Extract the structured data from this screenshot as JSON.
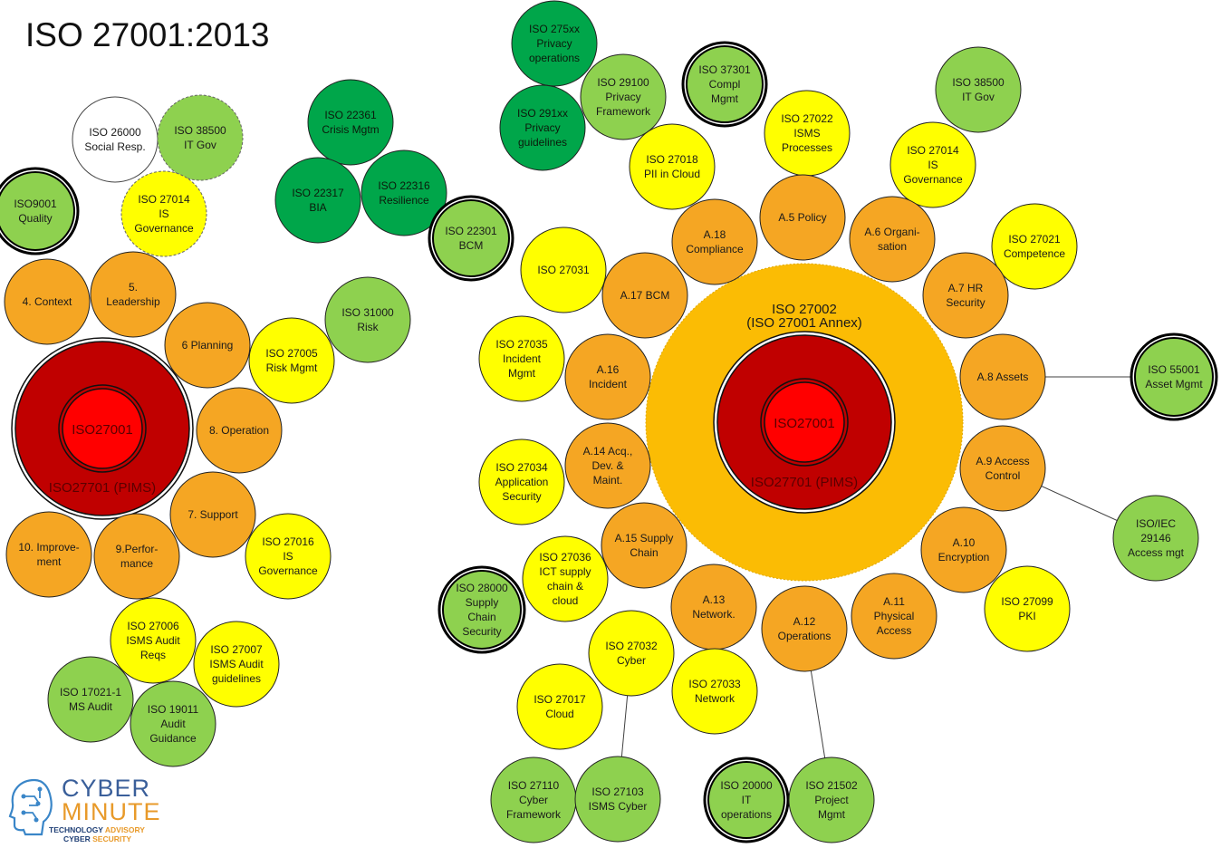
{
  "title": "ISO 27001:2013",
  "logo": {
    "word1": "CYBER",
    "word2": "MINUTE",
    "line1_a": "TECHNOLOGY ",
    "line1_b": "ADVISORY",
    "line2_a": "CYBER ",
    "line2_b": "SECURITY"
  },
  "colors": {
    "red_outer": "#c00000",
    "red_inner": "#ff0000",
    "orange": "#f5a623",
    "annex": "#fbbc04",
    "yellow": "#ffff00",
    "light_green": "#8ed14f",
    "dark_green": "#00a64a",
    "white": "#ffffff"
  },
  "left_core": {
    "inner": "ISO27001",
    "outer": "ISO27701 (PIMS)"
  },
  "right_core": {
    "annex": [
      "ISO 27002",
      "(ISO 27001 Annex)"
    ],
    "inner": "ISO27001",
    "outer": "ISO27701 (PIMS)"
  },
  "nodes": [
    {
      "id": "iso26000",
      "lines": [
        "ISO 26000",
        "Social Resp."
      ],
      "color": "white"
    },
    {
      "id": "iso38500-left",
      "lines": [
        "ISO 38500",
        "IT Gov"
      ],
      "color": "light_green",
      "dashed": true
    },
    {
      "id": "iso9001",
      "lines": [
        "ISO9001",
        "Quality"
      ],
      "color": "light_green",
      "ring": true
    },
    {
      "id": "iso27014-left",
      "lines": [
        "ISO 27014",
        "IS",
        "Governance"
      ],
      "color": "yellow",
      "dashed": true
    },
    {
      "id": "iso22361",
      "lines": [
        "ISO 22361",
        "Crisis Mgtm"
      ],
      "color": "dark_green"
    },
    {
      "id": "iso22317",
      "lines": [
        "ISO 22317",
        "BIA"
      ],
      "color": "dark_green"
    },
    {
      "id": "iso22316",
      "lines": [
        "ISO 22316",
        "Resilience"
      ],
      "color": "dark_green"
    },
    {
      "id": "iso22301",
      "lines": [
        "ISO 22301",
        "BCM"
      ],
      "color": "light_green",
      "ring": true
    },
    {
      "id": "iso31000",
      "lines": [
        "ISO 31000",
        "Risk"
      ],
      "color": "light_green"
    },
    {
      "id": "context",
      "lines": [
        "4. Context"
      ],
      "color": "orange"
    },
    {
      "id": "leadership",
      "lines": [
        "5.",
        "Leadership"
      ],
      "color": "orange"
    },
    {
      "id": "planning",
      "lines": [
        "6 Planning"
      ],
      "color": "orange"
    },
    {
      "id": "iso27005",
      "lines": [
        "ISO 27005",
        "Risk Mgmt"
      ],
      "color": "yellow"
    },
    {
      "id": "operation",
      "lines": [
        "8. Operation"
      ],
      "color": "orange"
    },
    {
      "id": "support",
      "lines": [
        "7. Support"
      ],
      "color": "orange"
    },
    {
      "id": "improvement",
      "lines": [
        "10. Improve-",
        "ment"
      ],
      "color": "orange"
    },
    {
      "id": "performance",
      "lines": [
        "9.Perfor-",
        "mance"
      ],
      "color": "orange"
    },
    {
      "id": "iso27016",
      "lines": [
        "ISO 27016",
        "IS",
        "Governance"
      ],
      "color": "yellow"
    },
    {
      "id": "iso27006",
      "lines": [
        "ISO 27006",
        "ISMS Audit",
        "Reqs"
      ],
      "color": "yellow"
    },
    {
      "id": "iso27007",
      "lines": [
        "ISO 27007",
        "ISMS Audit",
        "guidelines"
      ],
      "color": "yellow"
    },
    {
      "id": "iso17021",
      "lines": [
        "ISO 17021-1",
        "MS Audit"
      ],
      "color": "light_green"
    },
    {
      "id": "iso19011",
      "lines": [
        "ISO 19011",
        "Audit",
        "Guidance"
      ],
      "color": "light_green"
    },
    {
      "id": "iso275xx",
      "lines": [
        "ISO 275xx",
        "Privacy",
        "operations"
      ],
      "color": "dark_green"
    },
    {
      "id": "iso291xx",
      "lines": [
        "ISO 291xx",
        "Privacy",
        "guidelines"
      ],
      "color": "dark_green"
    },
    {
      "id": "iso29100",
      "lines": [
        "ISO 29100",
        "Privacy",
        "Framework"
      ],
      "color": "light_green"
    },
    {
      "id": "iso37301",
      "lines": [
        "ISO 37301",
        "Compl",
        "Mgmt"
      ],
      "color": "light_green",
      "ring": true
    },
    {
      "id": "iso27018",
      "lines": [
        "ISO 27018",
        "PII in Cloud"
      ],
      "color": "yellow"
    },
    {
      "id": "iso27022",
      "lines": [
        "ISO 27022",
        "ISMS",
        "Processes"
      ],
      "color": "yellow"
    },
    {
      "id": "iso38500-right",
      "lines": [
        "ISO 38500",
        "IT Gov"
      ],
      "color": "light_green"
    },
    {
      "id": "iso27014-right",
      "lines": [
        "ISO 27014",
        "IS",
        "Governance"
      ],
      "color": "yellow"
    },
    {
      "id": "a18",
      "lines": [
        "A.18",
        "Compliance"
      ],
      "color": "orange"
    },
    {
      "id": "a5",
      "lines": [
        "A.5 Policy"
      ],
      "color": "orange"
    },
    {
      "id": "a6",
      "lines": [
        "A.6 Organi-",
        "sation"
      ],
      "color": "orange"
    },
    {
      "id": "iso27021",
      "lines": [
        "ISO 27021",
        "Competence"
      ],
      "color": "yellow"
    },
    {
      "id": "iso27031",
      "lines": [
        "ISO 27031"
      ],
      "color": "yellow"
    },
    {
      "id": "a17",
      "lines": [
        "A.17 BCM"
      ],
      "color": "orange"
    },
    {
      "id": "a7",
      "lines": [
        "A.7 HR",
        "Security"
      ],
      "color": "orange"
    },
    {
      "id": "iso27035",
      "lines": [
        "ISO 27035",
        "Incident",
        "Mgmt"
      ],
      "color": "yellow"
    },
    {
      "id": "a16",
      "lines": [
        "A.16",
        "Incident"
      ],
      "color": "orange"
    },
    {
      "id": "a8",
      "lines": [
        "A.8 Assets"
      ],
      "color": "orange"
    },
    {
      "id": "iso55001",
      "lines": [
        "ISO 55001",
        "Asset Mgmt"
      ],
      "color": "light_green",
      "ring": true
    },
    {
      "id": "iso27034",
      "lines": [
        "ISO 27034",
        "Application",
        "Security"
      ],
      "color": "yellow"
    },
    {
      "id": "a14",
      "lines": [
        "A.14 Acq.,",
        "Dev. &",
        "Maint."
      ],
      "color": "orange"
    },
    {
      "id": "a9",
      "lines": [
        "A.9 Access",
        "Control"
      ],
      "color": "orange"
    },
    {
      "id": "iso29146",
      "lines": [
        "ISO/IEC",
        "29146",
        "Access mgt"
      ],
      "color": "light_green"
    },
    {
      "id": "a15",
      "lines": [
        "A.15 Supply",
        "Chain"
      ],
      "color": "orange"
    },
    {
      "id": "iso27036",
      "lines": [
        "ISO 27036",
        "ICT supply",
        "chain &",
        "cloud"
      ],
      "color": "yellow"
    },
    {
      "id": "a10",
      "lines": [
        "A.10",
        "Encryption"
      ],
      "color": "orange"
    },
    {
      "id": "iso28000",
      "lines": [
        "ISO 28000",
        "Supply",
        "Chain",
        "Security"
      ],
      "color": "light_green",
      "ring": true
    },
    {
      "id": "a13",
      "lines": [
        "A.13",
        "Network."
      ],
      "color": "orange"
    },
    {
      "id": "a12",
      "lines": [
        "A.12",
        "Operations"
      ],
      "color": "orange"
    },
    {
      "id": "a11",
      "lines": [
        "A.11",
        "Physical",
        "Access"
      ],
      "color": "orange"
    },
    {
      "id": "iso27099",
      "lines": [
        "ISO 27099",
        "PKI"
      ],
      "color": "yellow"
    },
    {
      "id": "iso27032",
      "lines": [
        "ISO 27032",
        "Cyber"
      ],
      "color": "yellow"
    },
    {
      "id": "iso27033",
      "lines": [
        "ISO 27033",
        "Network"
      ],
      "color": "yellow"
    },
    {
      "id": "iso27017",
      "lines": [
        "ISO 27017",
        "Cloud"
      ],
      "color": "yellow"
    },
    {
      "id": "iso27110",
      "lines": [
        "ISO 27110",
        "Cyber",
        "Framework"
      ],
      "color": "light_green"
    },
    {
      "id": "iso27103",
      "lines": [
        "ISO 27103",
        "ISMS Cyber"
      ],
      "color": "light_green"
    },
    {
      "id": "iso20000",
      "lines": [
        "ISO 20000",
        "IT",
        "operations"
      ],
      "color": "light_green",
      "ring": true
    },
    {
      "id": "iso21502",
      "lines": [
        "ISO 21502",
        "Project",
        "Mgmt"
      ],
      "color": "light_green"
    }
  ]
}
